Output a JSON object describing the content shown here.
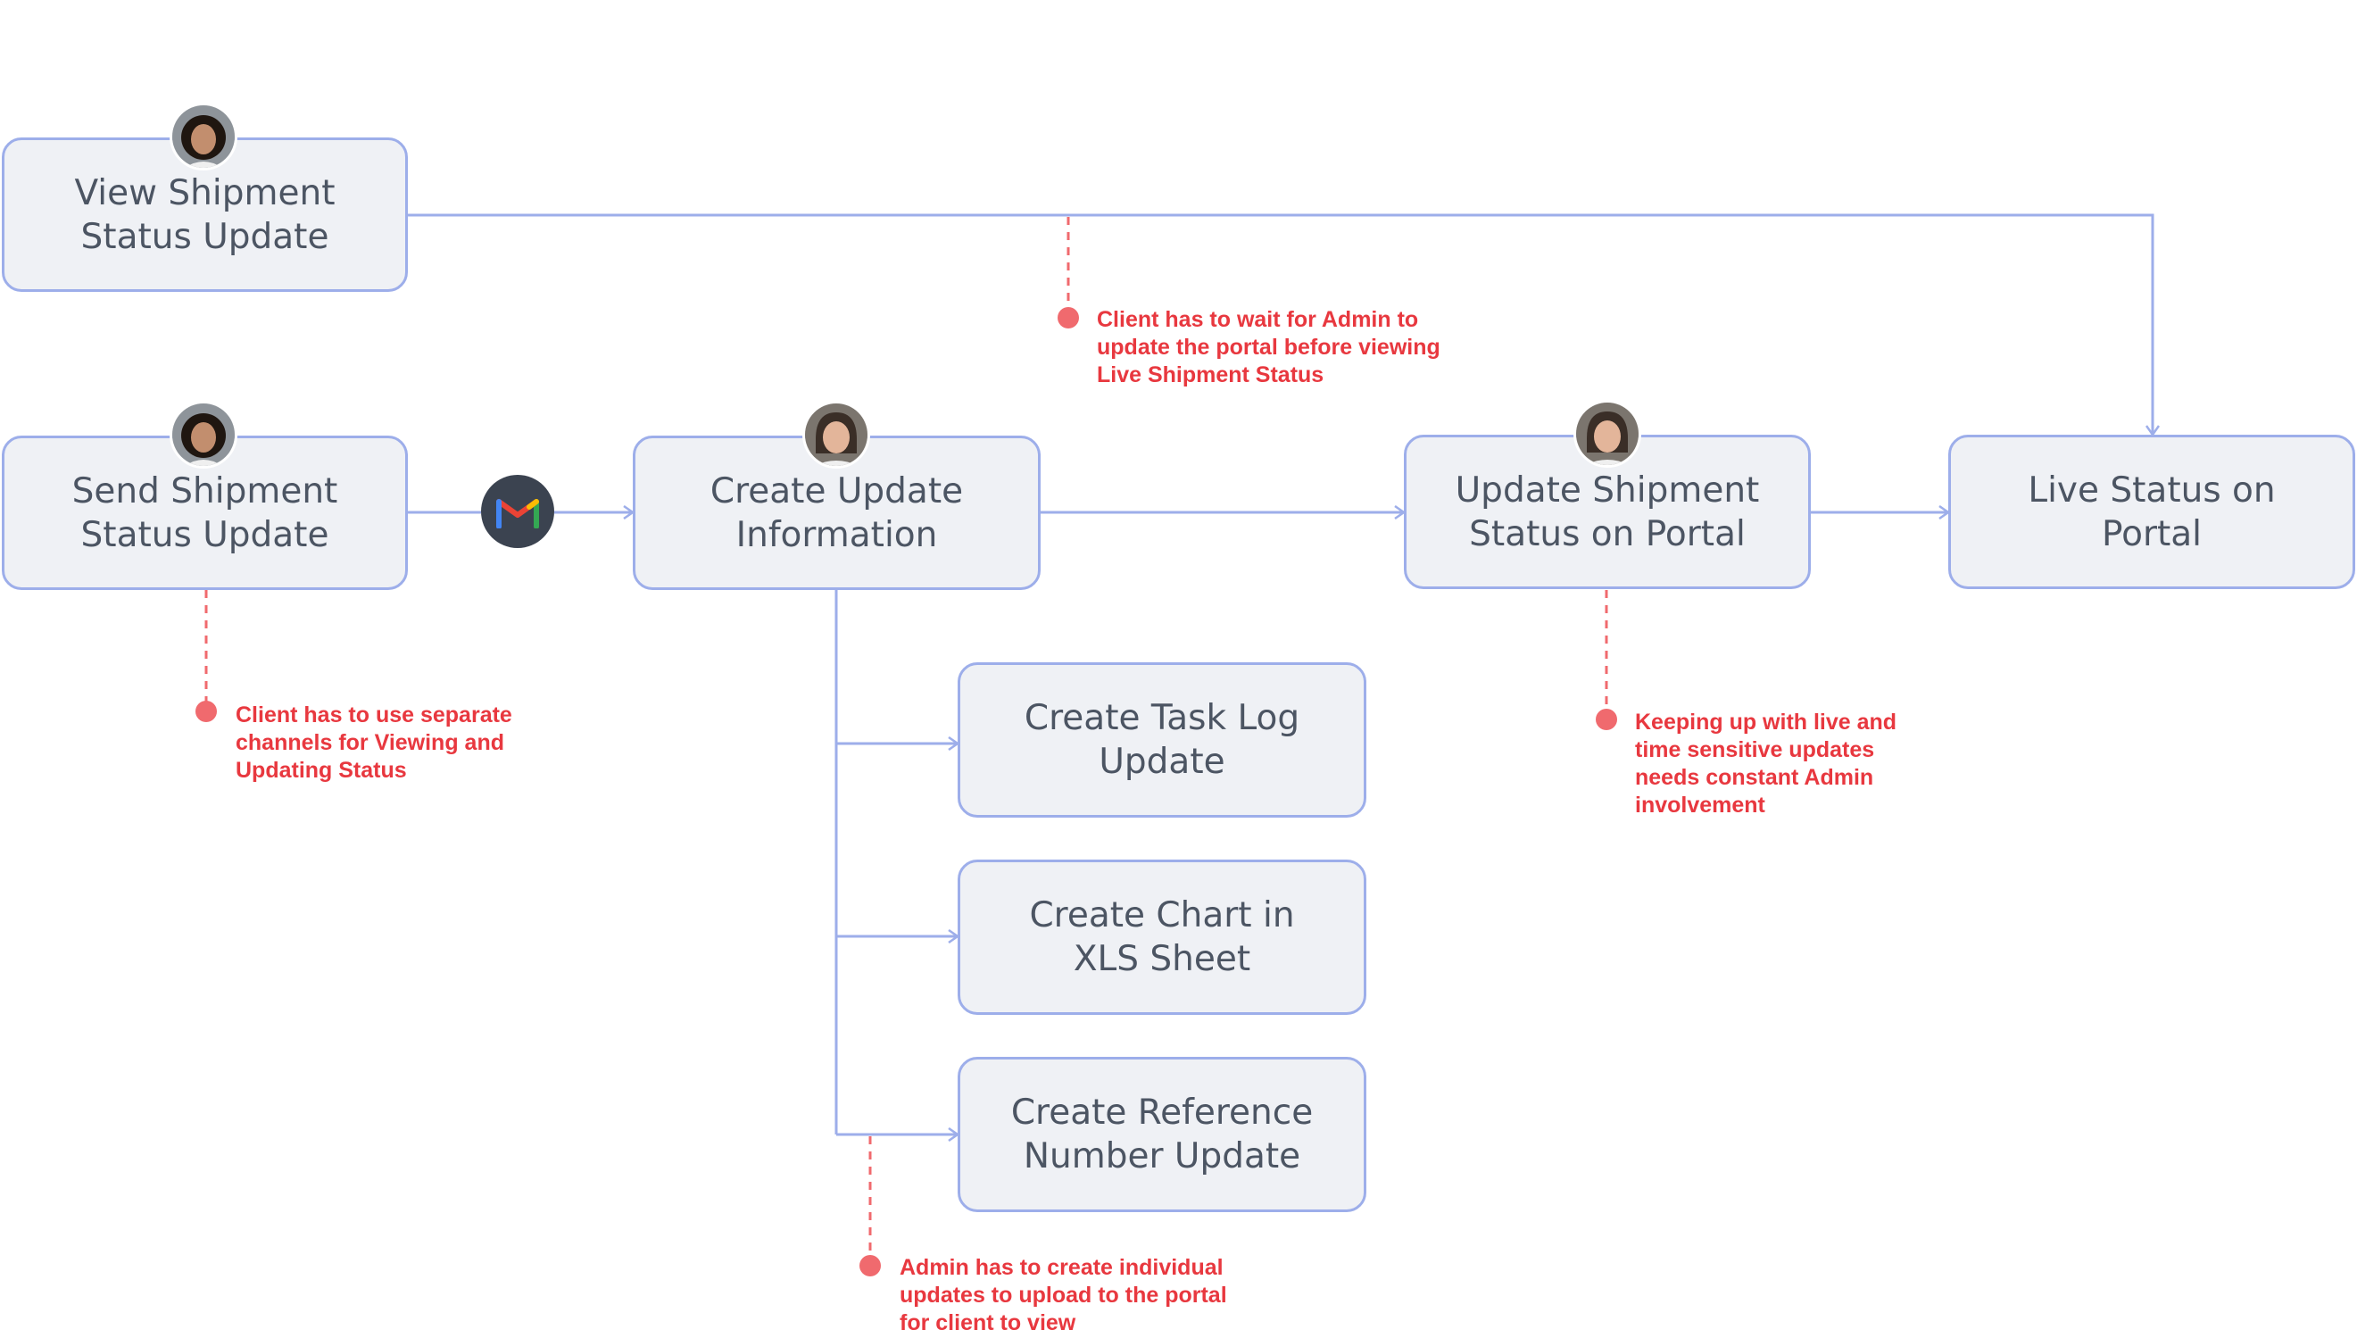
{
  "diagram": {
    "colors": {
      "node_fill": "#eff1f5",
      "node_border": "#9daeea",
      "connector": "#9daeea",
      "annotation": "#e8383f",
      "text": "#4c5563"
    },
    "nodes": {
      "view_shipment": "View Shipment\nStatus Update",
      "send_shipment": "Send Shipment\nStatus Update",
      "create_update_info": "Create Update\nInformation",
      "update_portal": "Update Shipment\nStatus on Portal",
      "live_status": "Live Status on\nPortal",
      "task_log": "Create Task Log\nUpdate",
      "chart_xls": "Create Chart in\nXLS Sheet",
      "reference_number": "Create Reference\nNumber Update"
    },
    "icons": {
      "gmail": "gmail-icon",
      "client_avatar": "client-avatar-icon",
      "admin_avatar": "admin-avatar-icon"
    },
    "notes": {
      "wait_for_admin": "Client has to wait for Admin to\nupdate the portal before viewing\nLive Shipment Status",
      "separate_channels": "Client has to use separate\nchannels for Viewing and\nUpdating Status",
      "admin_involvement": "Keeping up with live and\ntime sensitive updates\nneeds constant Admin\ninvolvement",
      "individual_updates": "Admin has to create individual\nupdates to upload to the portal\nfor client to view"
    }
  }
}
